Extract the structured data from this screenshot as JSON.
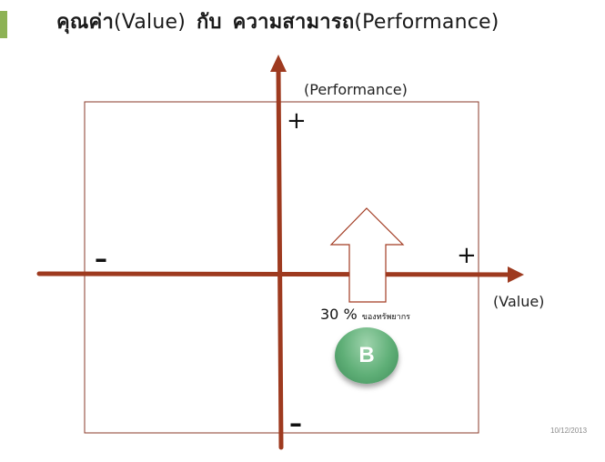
{
  "slide": {
    "title_part1": "คุณค่า",
    "title_part2": "(Value)",
    "title_part3": "กับ",
    "title_part4": "ความสามารถ",
    "title_part5": "(Performance)",
    "date": "10/12/2013",
    "accent_color": "#8db255"
  },
  "diagram": {
    "y_axis_label": "(Performance)",
    "x_axis_label": "(Value)",
    "top_sign": "+",
    "right_sign": "+",
    "left_sign": "–",
    "bottom_sign": "–",
    "resource_percent": "30 %",
    "resource_text": "ของทรัพยากร",
    "badge_label": "B",
    "axis_color": "#9e3a1f",
    "badge_color": "#5faf77",
    "arrow_direction": "up"
  }
}
